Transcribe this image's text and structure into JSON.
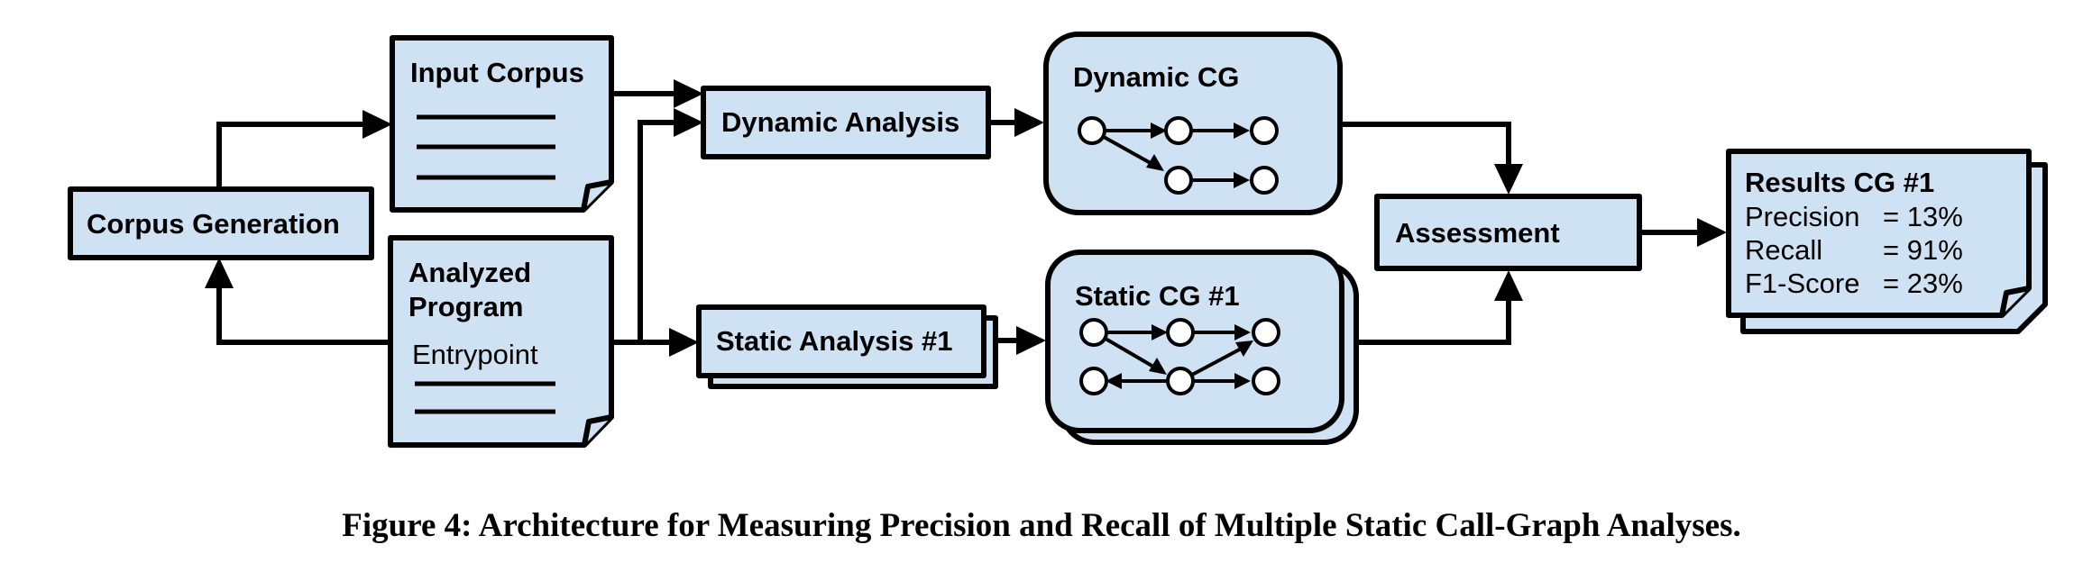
{
  "nodes": {
    "corpus_generation": "Corpus Generation",
    "input_corpus": "Input Corpus",
    "analyzed_program_line1": "Analyzed",
    "analyzed_program_line2": "Program",
    "entrypoint": "Entrypoint",
    "dynamic_analysis": "Dynamic Analysis",
    "static_analysis": "Static Analysis #1",
    "dynamic_cg": "Dynamic CG",
    "static_cg": "Static CG #1",
    "assessment": "Assessment"
  },
  "results": {
    "title": "Results CG #1",
    "metrics": [
      {
        "label": "Precision",
        "value": "= 13%"
      },
      {
        "label": "Recall",
        "value": "= 91%"
      },
      {
        "label": "F1-Score",
        "value": "= 23%"
      }
    ]
  },
  "caption": "Figure 4: Architecture for Measuring Precision and Recall of Multiple Static Call-Graph Analyses."
}
